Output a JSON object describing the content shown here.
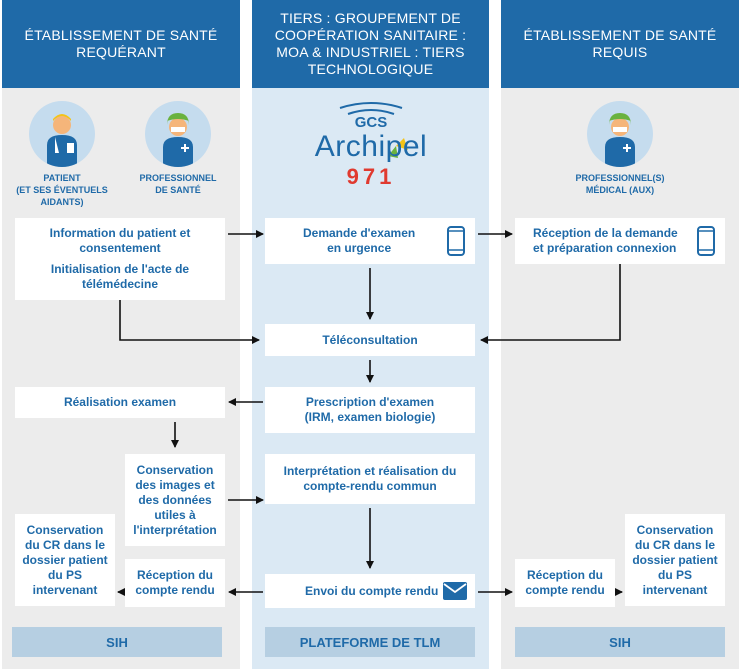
{
  "headers": {
    "left": "ÉTABLISSEMENT DE SANTÉ\nREQUÉRANT",
    "middle": "TIERS : GROUPEMENT DE\nCOOPÉRATION SANITAIRE :\nMOA & INDUSTRIEL : TIERS\nTECHNOLOGIQUE",
    "right": "ÉTABLISSEMENT DE SANTÉ\nREQUIS"
  },
  "actors": {
    "patient": "PATIENT\n(ET SES ÉVENTUELS\nAIDANTS)",
    "professionnel": "PROFESSIONNEL\nDE SANTÉ",
    "professionnels_requis": "PROFESSIONNEL(S)\nMÉDICAL (AUX)"
  },
  "logo": {
    "gcs": "GCS",
    "name": "Archipel",
    "number": "971",
    "colors": {
      "blue": "#1f6aa8",
      "yellow": "#f3c318",
      "green": "#6ab23e",
      "red": "#e03a2f"
    }
  },
  "boxes": {
    "information": "Information du patient et\nconsentement",
    "initialisation": "Initialisation de l'acte de\ntélémédecine",
    "demande": "Demande d'examen\nen urgence",
    "reception_demande": "Réception de la demande\net préparation connexion",
    "teleconsultation": "Téléconsultation",
    "realisation": "Réalisation examen",
    "prescription": "Prescription d'examen\n(IRM, examen biologie)",
    "conservation_images": "Conservation\ndes images et\ndes données\nutiles à\nl'interprétation",
    "interpretation": "Interprétation et réalisation du\ncompte-rendu commun",
    "conservation_cr_left": "Conservation\ndu CR dans le\ndossier patient\ndu PS\nintervenant",
    "reception_cr_left": "Réception du\ncompte rendu",
    "envoi": "Envoi du compte rendu",
    "reception_cr_right": "Réception du\ncompte rendu",
    "conservation_cr_right": "Conservation\ndu CR dans le\ndossier patient\ndu PS\nintervenant"
  },
  "footers": {
    "left": "SIH",
    "middle": "PLATEFORME DE TLM",
    "right": "SIH"
  },
  "icons": {
    "phone": "smartphone-icon",
    "mail": "envelope-icon",
    "patient": "patient-icon",
    "doctor": "doctor-icon"
  },
  "colors": {
    "brand": "#1f6aa8",
    "grey_column": "#ececec",
    "blue_column": "#dbe9f4",
    "footer": "#b6cfe2"
  }
}
